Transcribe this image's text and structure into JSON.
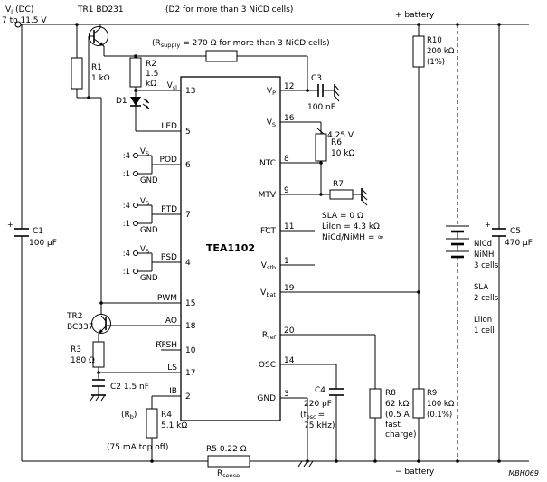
{
  "meta": {
    "doc_code": "MBH069"
  },
  "supply": {
    "vi_m": "V",
    "vi_s": "I",
    "vi_rest": "(DC)",
    "vi_range": "7 to 11.5 V",
    "tr1_label": "TR1  BD231",
    "d2_note": "(D2 for more than 3 NiCD cells)",
    "rsupply_pre": "(R",
    "rsupply_sub": "supply",
    "rsupply_post": "= 270 Ω for more than 3 NiCD cells)"
  },
  "rails": {
    "plus": "+ battery",
    "minus": "− battery"
  },
  "parts": {
    "r1": {
      "name": "R1",
      "value": "1 kΩ"
    },
    "r2": {
      "name": "R2",
      "v1": "1.5",
      "v2": "kΩ"
    },
    "r3": {
      "name": "R3",
      "value": "180 Ω"
    },
    "r4": {
      "name": "R4",
      "value": "5.1 kΩ",
      "alias_pre": "(R",
      "alias_sub": "b",
      "alias_post": ")",
      "note": "(75 mA top off)"
    },
    "r5": {
      "label": "R5  0.22 Ω",
      "alias_m": "R",
      "alias_s": "sense"
    },
    "r6": {
      "name": "R6",
      "value": "10 kΩ"
    },
    "r7": {
      "name": "R7"
    },
    "r8": {
      "name": "R8",
      "value": "62 kΩ",
      "note1": "(0.5 A",
      "note2": "fast",
      "note3": "charge)"
    },
    "r9": {
      "name": "R9",
      "value": "100 kΩ",
      "note": "(0.1%)"
    },
    "r10": {
      "name": "R10",
      "value": "200 kΩ",
      "note": "(1%)"
    },
    "c1": {
      "name": "C1",
      "value": "100 µF",
      "plus": "+"
    },
    "c2": {
      "label": "C2  1.5 nF"
    },
    "c3": {
      "name": "C3",
      "value": "100 nF"
    },
    "c4": {
      "name": "C4",
      "value": "220 pF",
      "note_pre": "(f",
      "note_sub": "osc",
      "note_post": "=",
      "note2": "75 kHz)"
    },
    "c5": {
      "name": "C5",
      "value": "470 µF",
      "plus": "+"
    },
    "d1": {
      "name": "D1"
    },
    "tr2": {
      "name": "TR2",
      "part": "BC337"
    }
  },
  "ic": {
    "part": "TEA1102",
    "pins": {
      "vsl": {
        "num": "13",
        "m": "V",
        "s": "sl"
      },
      "led": {
        "num": "5",
        "name": "LED"
      },
      "pod": {
        "num": "6",
        "name": "POD"
      },
      "ptd": {
        "num": "7",
        "name": "PTD"
      },
      "psd": {
        "num": "4",
        "name": "PSD"
      },
      "pwm": {
        "num": "15",
        "name": "PWM"
      },
      "ao": {
        "num": "18",
        "name": "AO"
      },
      "rfsh": {
        "num": "10",
        "name": "RFSH"
      },
      "ls": {
        "num": "17",
        "name": "LS"
      },
      "ib": {
        "num": "2",
        "name": "IB"
      },
      "vp": {
        "num": "12",
        "m": "V",
        "s": "P"
      },
      "vs": {
        "num": "16",
        "m": "V",
        "s": "S"
      },
      "ntc": {
        "num": "8",
        "name": "NTC"
      },
      "mtv": {
        "num": "9",
        "name": "MTV"
      },
      "fct": {
        "num": "11",
        "name": "FCT"
      },
      "vstb": {
        "num": "1",
        "m": "V",
        "s": "stb"
      },
      "vbat": {
        "num": "19",
        "m": "V",
        "s": "bat"
      },
      "rref": {
        "num": "20",
        "m": "R",
        "s": "ref"
      },
      "osc": {
        "num": "14",
        "name": "OSC"
      },
      "gnd": {
        "num": "3",
        "name": "GND"
      }
    },
    "options": {
      "div4": ":4",
      "div1": ":1",
      "vs_m": "V",
      "vs_s": "S",
      "gnd": "GND"
    }
  },
  "annotations": {
    "vref": "4.25 V",
    "mtv_sla": "SLA = 0 Ω",
    "mtv_liion": "LiIon = 4.3 kΩ",
    "mtv_nicd": "NiCd/NiMH = ∞"
  },
  "battery": {
    "l1": "NiCd",
    "l2": "NiMH",
    "l3": "3 cells",
    "l4": "SLA",
    "l5": "2 cells",
    "l6": "LiIon",
    "l7": "1 cell"
  },
  "colors": {
    "line": "#000000",
    "bg": "#ffffff"
  }
}
